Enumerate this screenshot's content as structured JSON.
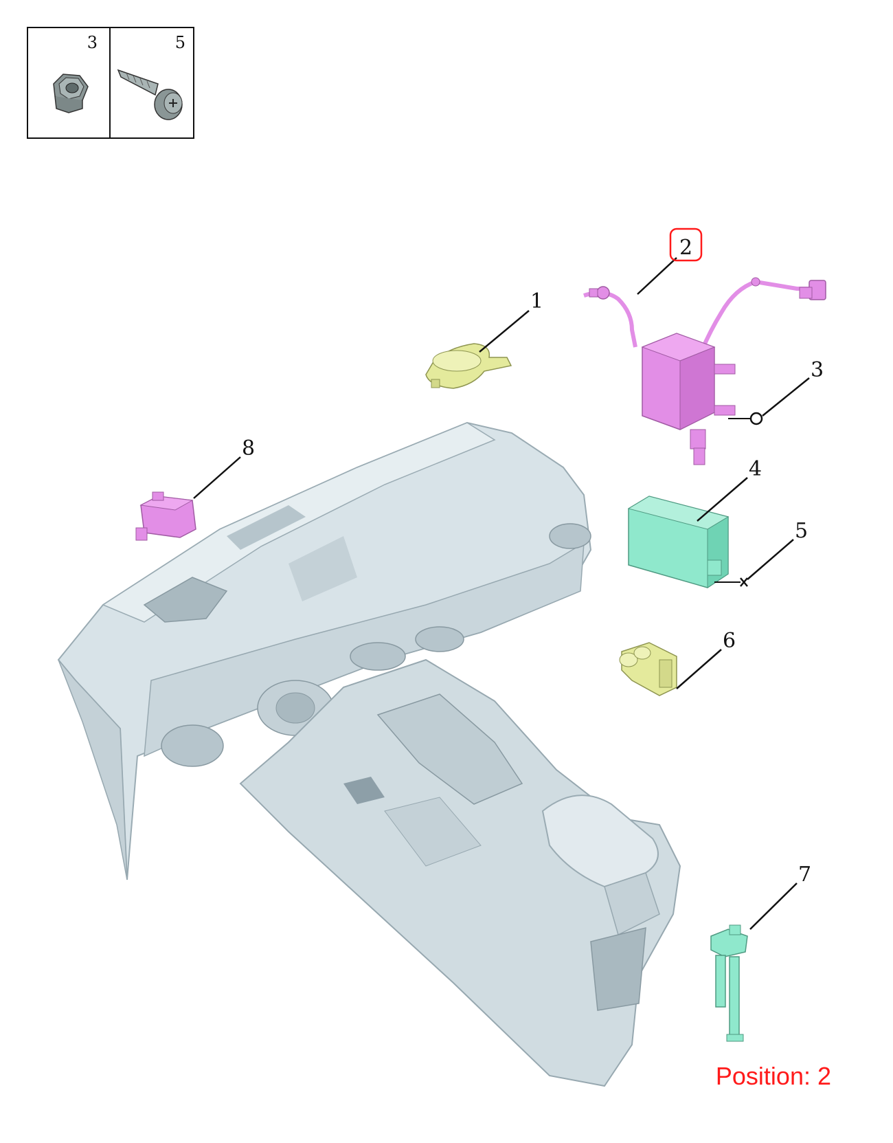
{
  "legend": {
    "cells": [
      {
        "number": "3",
        "part_icon": "hex-nut-icon"
      },
      {
        "number": "5",
        "part_icon": "screw-icon"
      }
    ]
  },
  "callouts": [
    {
      "number": "1",
      "part": "sensor",
      "color": "#e4ea9c"
    },
    {
      "number": "2",
      "part": "module-with-wiring-harness",
      "color": "#e28ee6",
      "highlighted": true
    },
    {
      "number": "3",
      "part": "nut-fastener-symbol"
    },
    {
      "number": "4",
      "part": "control-module",
      "color": "#8fe8cc"
    },
    {
      "number": "5",
      "part": "screw-fastener-symbol"
    },
    {
      "number": "6",
      "part": "connector-switch",
      "color": "#e4ea9c"
    },
    {
      "number": "7",
      "part": "bracket-clip",
      "color": "#8fe8cc"
    },
    {
      "number": "8",
      "part": "connector",
      "color": "#e28ee6"
    }
  ],
  "colors": {
    "dashboard": "#d8e3e8",
    "dashboard_shade": "#b6c5cc",
    "highlight": "#ff1a1a"
  },
  "position_label": "Position: 2"
}
